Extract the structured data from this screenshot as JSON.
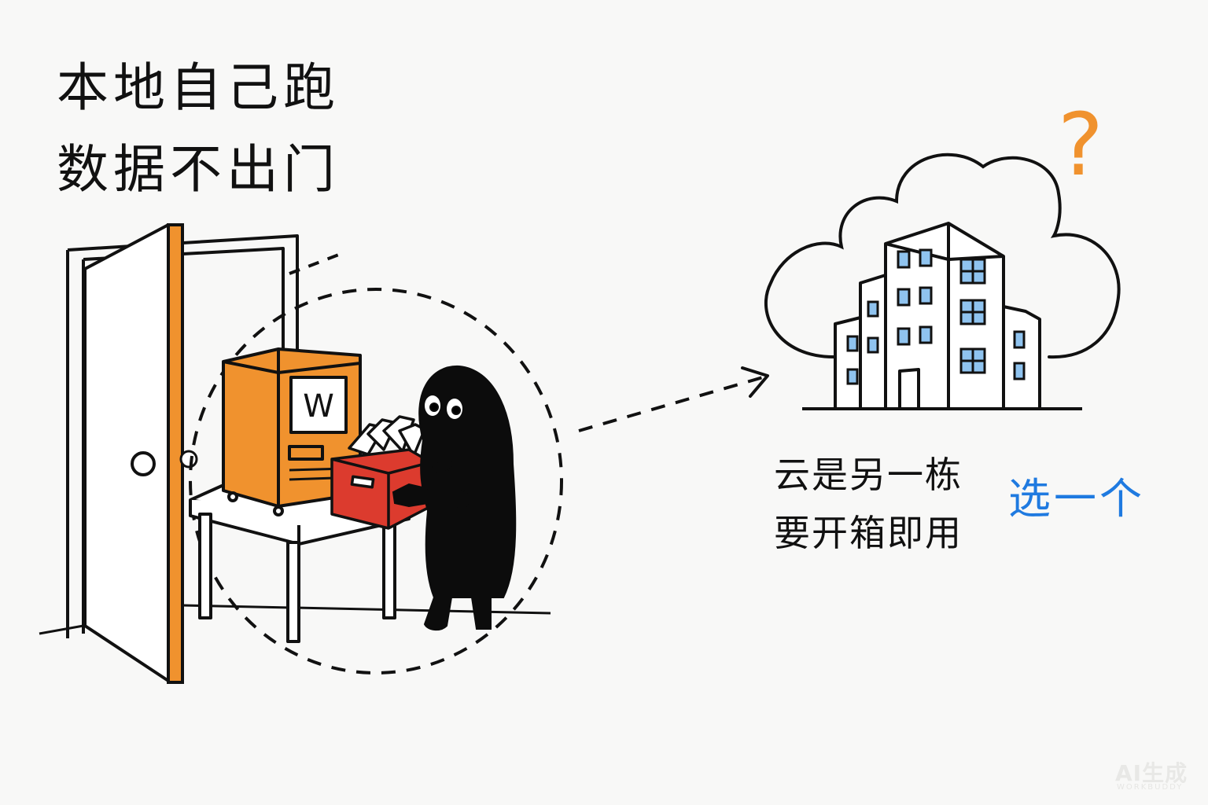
{
  "title": {
    "line1": "本地自己跑",
    "line2": "数据不出门"
  },
  "machine": {
    "screen_letter": "W"
  },
  "cloud": {
    "line1": "云是另一栋",
    "line2": "要开箱即用"
  },
  "choice_label": "选一个",
  "question_mark": "?",
  "watermark": {
    "main": "AI生成",
    "sub": "WORKBUDDY"
  },
  "colors": {
    "accent_orange": "#f0922e",
    "box_red": "#dc3b2e",
    "choice_blue": "#1f7ae0",
    "window_blue": "#8fc3ef",
    "ink": "#111111"
  },
  "icons": [
    "door-icon",
    "computer-icon",
    "file-box-icon",
    "person-icon",
    "cloud-icon",
    "building-icon",
    "question-mark-icon",
    "dashed-arrow-icon"
  ]
}
